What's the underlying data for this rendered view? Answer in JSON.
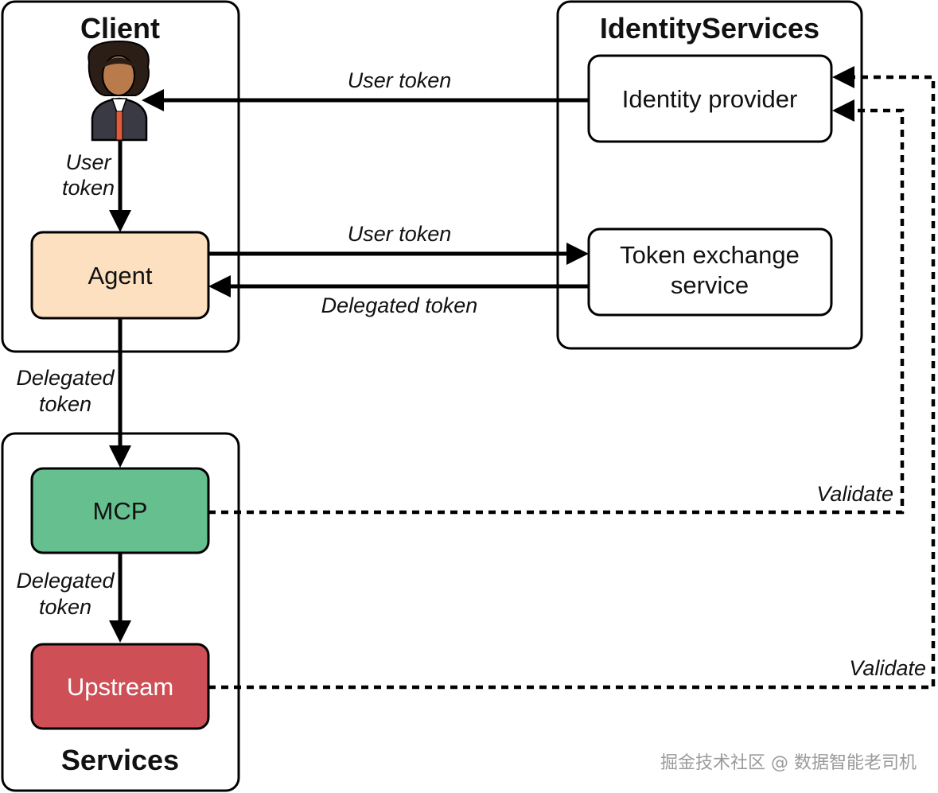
{
  "groups": {
    "client": "Client",
    "identity": "IdentityServices",
    "services": "Services"
  },
  "nodes": {
    "agent": "Agent",
    "mcp": "MCP",
    "upstream": "Upstream",
    "identity_provider": "Identity provider",
    "token_exchange_line1": "Token exchange",
    "token_exchange_line2": "service"
  },
  "edges": {
    "idp_to_user": "User token",
    "user_to_agent_line1": "User",
    "user_to_agent_line2": "token",
    "agent_to_exchange": "User token",
    "exchange_to_agent": "Delegated token",
    "agent_to_mcp_line1": "Delegated",
    "agent_to_mcp_line2": "token",
    "mcp_to_upstream_line1": "Delegated",
    "mcp_to_upstream_line2": "token",
    "mcp_validate": "Validate",
    "upstream_validate": "Validate"
  },
  "watermark": "掘金技术社区 @ 数据智能老司机",
  "colors": {
    "agent": "#fde0bf",
    "mcp": "#66bf8f",
    "upstream": "#cf4f57",
    "stroke": "#000000"
  },
  "icons": {
    "user": "user-avatar-icon"
  }
}
